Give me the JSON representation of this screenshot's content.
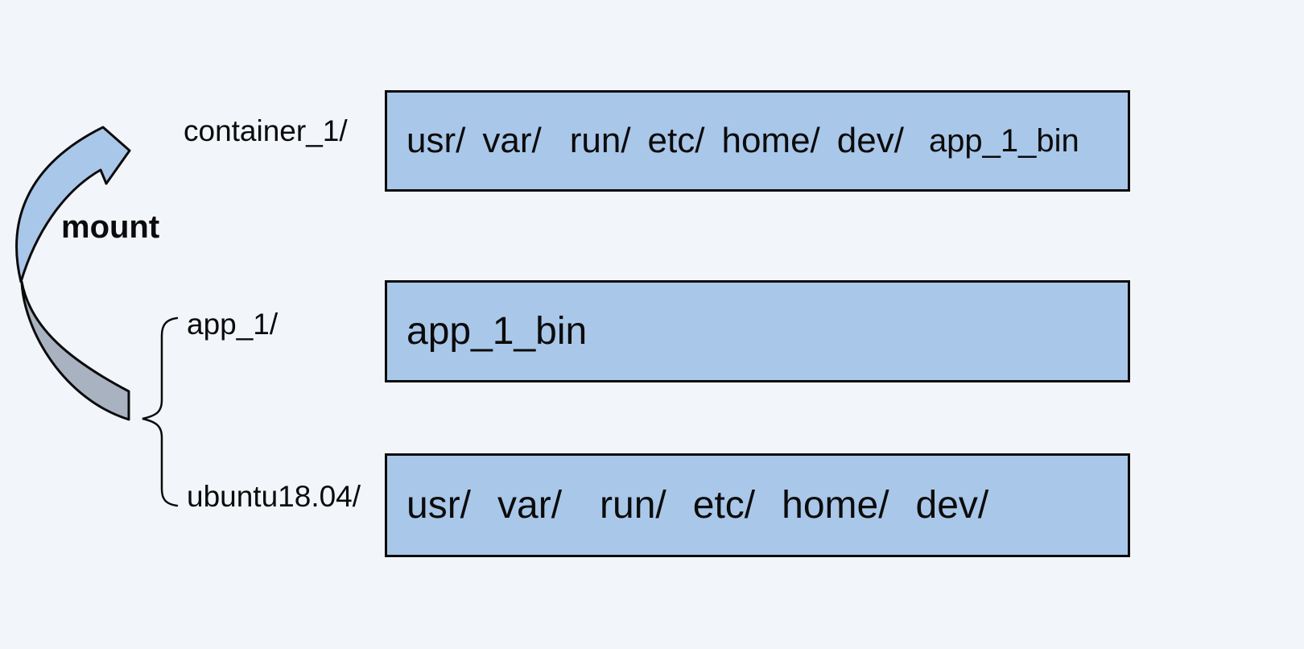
{
  "labels": {
    "mount": "mount",
    "container": "container_1/",
    "app": "app_1/",
    "ubuntu": "ubuntu18.04/"
  },
  "boxes": {
    "container_fs": [
      "usr/",
      "var/",
      "run/",
      "etc/",
      "home/",
      "dev/",
      "app_1_bin"
    ],
    "app_fs": [
      "app_1_bin"
    ],
    "ubuntu_fs": [
      "usr/",
      "var/",
      "run/",
      "etc/",
      "home/",
      "dev/"
    ]
  },
  "colors": {
    "background": "#f2f5fa",
    "box_fill": "#a9c7e9",
    "box_border": "#0b0b0b",
    "arrow_blue": "#a9c7e9",
    "arrow_gray": "#a9b2c0",
    "line": "#0b0b0b",
    "text": "#0b0b0b"
  }
}
